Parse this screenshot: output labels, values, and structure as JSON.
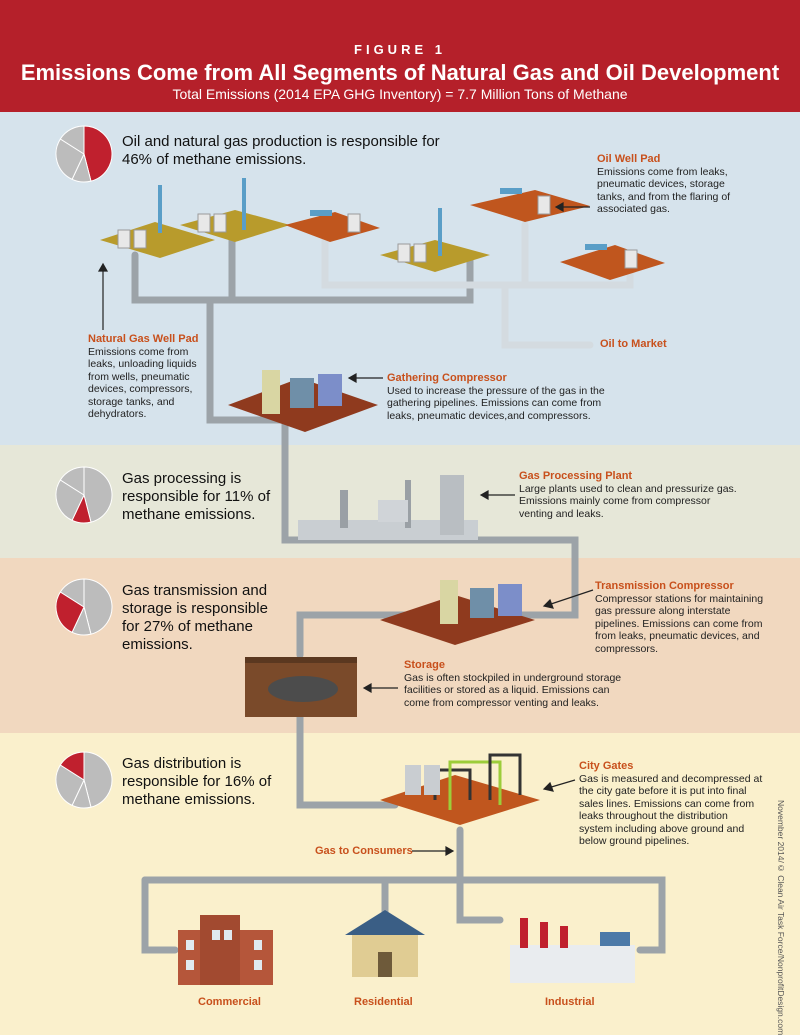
{
  "header": {
    "figure_label": "FIGURE 1",
    "title": "Emissions Come from All Segments of Natural Gas and Oil Development",
    "subtitle": "Total Emissions (2014 EPA GHG Inventory) = 7.7 Million Tons of Methane"
  },
  "segments": [
    {
      "text": "Oil and natural gas production is responsible for 46% of methane emissions.",
      "percent": 46
    },
    {
      "text": "Gas processing is responsible for 11% of methane emissions.",
      "percent": 11
    },
    {
      "text": "Gas transmission and storage is responsible for 27% of methane emissions.",
      "percent": 27
    },
    {
      "text": "Gas distribution is responsible for 16% of methane emissions.",
      "percent": 16
    }
  ],
  "labels": {
    "oil_well_pad": {
      "title": "Oil Well Pad",
      "body": "Emissions come from leaks, pneumatic devices, storage tanks, and from the flaring of associated gas."
    },
    "natural_gas_well_pad": {
      "title": "Natural Gas Well Pad",
      "body": "Emissions come from leaks, unloading liquids from wells, pneumatic devices, compressors, storage tanks, and dehydrators."
    },
    "gathering_compressor": {
      "title": "Gathering Compressor",
      "body": "Used to increase the pressure of the gas in the gathering pipelines. Emissions can come from leaks, pneumatic devices,and compressors."
    },
    "gas_processing_plant": {
      "title": "Gas Processing Plant",
      "body": "Large plants used to clean and pressurize gas. Emissions mainly come from compressor venting and leaks."
    },
    "transmission_compressor": {
      "title": "Transmission Compressor",
      "body": "Compressor stations for maintaining gas pressure along interstate pipelines. Emissions can come from from leaks, pneumatic devices, and compressors."
    },
    "storage": {
      "title": "Storage",
      "body": "Gas is often stockpiled in underground storage facilities or stored as a liquid. Emissions can come from compressor venting and leaks."
    },
    "city_gates": {
      "title": "City Gates",
      "body": "Gas is measured and decompressed at the city gate before it is put into final sales lines. Emissions can come from leaks throughout the distribution system including above ground and below ground pipelines."
    }
  },
  "flow_labels": {
    "oil_to_market": "Oil to Market",
    "gas_to_consumers": "Gas to Consumers"
  },
  "consumers": {
    "commercial": "Commercial",
    "residential": "Residential",
    "industrial": "Industrial"
  },
  "credit": "November 2014/© Clean Air Task Force/NonprofitDesign.com",
  "colors": {
    "header": "#b5202a",
    "accent": "#c8501c",
    "pie_highlight": "#c0202e",
    "pie_gray": "#bcbcbc",
    "band1": "#d6e3ec",
    "band2": "#e6e7d8",
    "band3": "#f1d8bf",
    "band4": "#faf0cc"
  }
}
